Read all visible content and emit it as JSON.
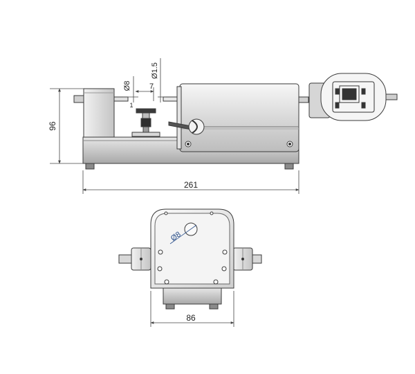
{
  "side_view": {
    "dimensions": {
      "length": "261",
      "height": "96",
      "anvil_diameter": "Ø8",
      "anvil_offset": "7",
      "spindle_diameter": "Ø1.5",
      "small_mark": "1"
    }
  },
  "front_view": {
    "dimensions": {
      "width": "86",
      "bore_diameter": "Ø8"
    }
  },
  "colors": {
    "outline": "#3a3a3a",
    "dimension_line": "#444444",
    "dimension_blue": "#2a4f8a"
  }
}
